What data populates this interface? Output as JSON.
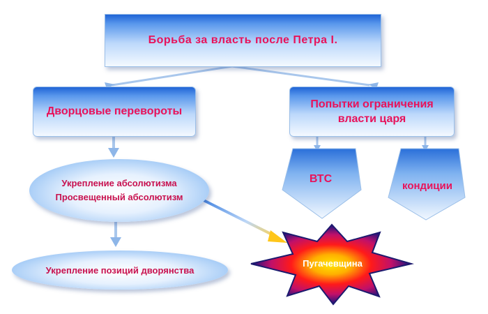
{
  "nodes": {
    "title": "Борьба за власть после Петра I.",
    "coups": "Дворцовые перевороты",
    "limits_line1": "Попытки ограничения",
    "limits_line2": "власти царя",
    "absolutism_line1": "Укрепление абсолютизма",
    "absolutism_line2": "Просвещенный абсолютизм",
    "nobility": "Укрепление позиций дворянства",
    "vtc": "ВТС",
    "conditions": "кондиции",
    "pugachev": "Пугачевщина"
  },
  "colors": {
    "label_text": "#e8125a",
    "box_gradient_top": "#1f64d6",
    "box_gradient_bottom": "#f4f9ff",
    "star_outer": "#0d0f7a",
    "star_core": "#ff1010",
    "star_glow": "#ffd000",
    "arrow_highlight": "#ffcc33"
  }
}
